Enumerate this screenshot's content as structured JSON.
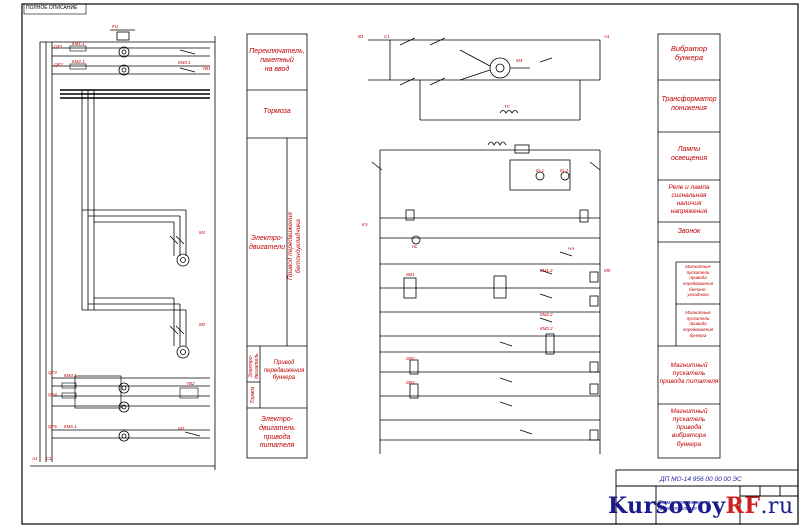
{
  "corner_stamp": "ПОЛНОЕ ОПИСАНИЕ",
  "left_legend": {
    "switch": "Переключатель,\nпакетный\nна ввод",
    "brakes": "Тормоза",
    "motors": "Электро-\nдвигатели",
    "conveyor_drive": "Привод передвижения бетоноукладчика",
    "small_motors": "Электро-\nдвигатель",
    "small_brakes": "Тормоз",
    "hopper_drive": "Привод\nпередвижения\nбункера",
    "feeder_motor": "Электро-\nдвигатель\nпривода\nпитателя"
  },
  "right_legend": {
    "vibrator": "Вибратор\nбункера",
    "transformer": "Трансформатор\nпонижения",
    "lamps": "Лампы\nосвещения",
    "relay_lamp": "Реле и лампа\nсигнальная\nналичия\nнапряжения",
    "bell": "Звонок",
    "starter_conveyor": "Магнитные\nпускатели\nпривода\nпередвижения\nбетоно-\nукладчика",
    "starter_hopper": "Магнитные\nпускатели\nпривода\nпередвижения\nбункера",
    "starter_feeder": "Магнитный\nпускатель\nпривода питателя",
    "starter_vibrator": "Магнитный\nпускатель\nпривода\nвибратора\nбункера"
  },
  "components": {
    "KM1_1": "КМ1.1",
    "KM1_2": "КМ1.2",
    "KM2_1": "КМ2.1",
    "KM2_2": "КМ2.2",
    "KM3_1": "КМ3.1",
    "KM3_2": "КМ3.2",
    "KM4_1": "КМ4.1",
    "KM5_1": "КМ5.1",
    "QF1": "QF1",
    "QF2": "QF2",
    "QF3": "QF3",
    "QF4": "QF4",
    "QF5": "QF5",
    "M1": "M1",
    "M2": "M2",
    "M3": "M3",
    "M4": "M4",
    "M5": "M5",
    "YB1": "YB1",
    "YB2": "YB2",
    "TV": "TV",
    "HL": "HL",
    "KV": "KV",
    "EL1": "EL1",
    "EL2": "EL2",
    "SB1": "SB1",
    "SB2": "SB2",
    "SB3": "SB3",
    "HA": "HA",
    "FU": "FU",
    "A1": "A1",
    "C1": "C1",
    "B1": "B1"
  },
  "title_block": {
    "doc_code": "ДП МО-14 956 00 00 00 ЭС",
    "doc_name": "Схема электрическая\nпринципиальная"
  },
  "watermark": {
    "prefix": "Kursovoy",
    "suffix": "RF",
    "tld": ".ru"
  },
  "colors": {
    "legend_text": "#c00000",
    "watermark_main": "#1a1a8c",
    "watermark_accent": "#d02020"
  }
}
